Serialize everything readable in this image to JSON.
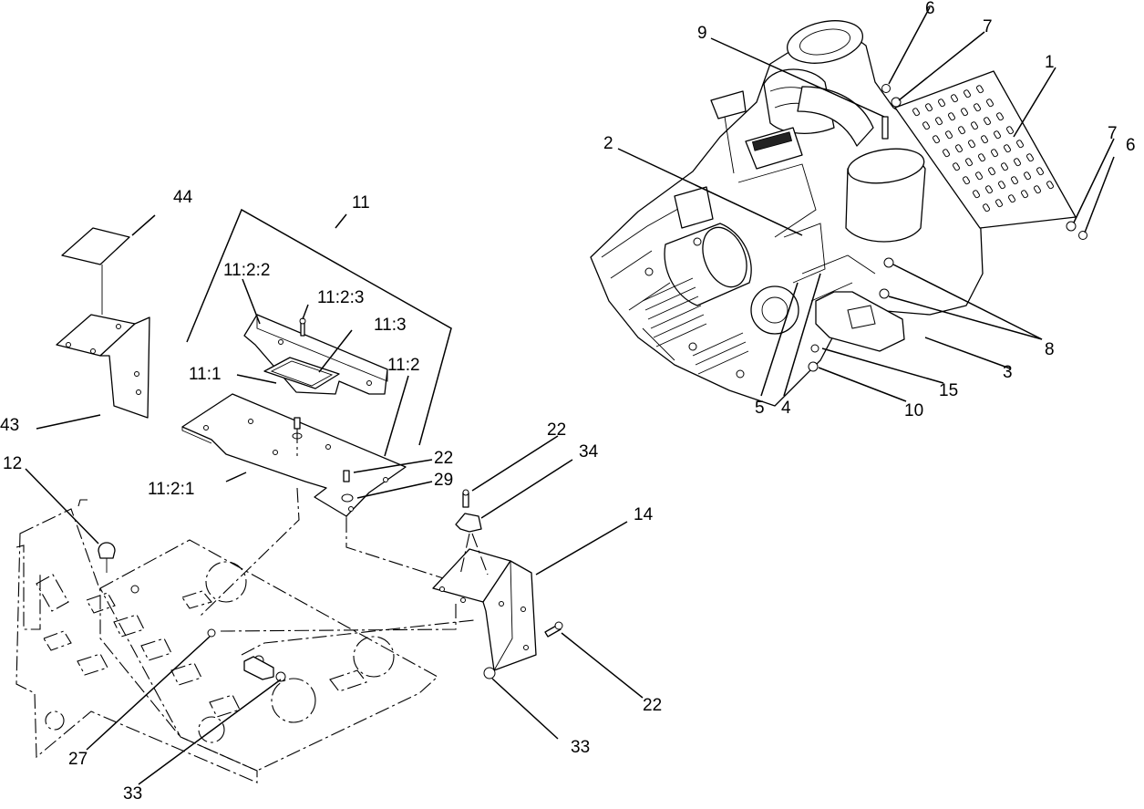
{
  "callouts": {
    "c1": "1",
    "c2": "2",
    "c3": "3",
    "c4": "4",
    "c5": "5",
    "c6a": "6",
    "c6b": "6",
    "c7a": "7",
    "c7b": "7",
    "c8": "8",
    "c9": "9",
    "c10": "10",
    "c11": "11",
    "c11_1": "11:1",
    "c11_2": "11:2",
    "c11_2_1": "11:2:1",
    "c11_2_2": "11:2:2",
    "c11_2_3": "11:2:3",
    "c11_3": "11:3",
    "c12": "12",
    "c14": "14",
    "c15": "15",
    "c22a": "22",
    "c22b": "22",
    "c22c": "22",
    "c27": "27",
    "c29": "29",
    "c33a": "33",
    "c33b": "33",
    "c34": "34",
    "c43": "43",
    "c44": "44"
  }
}
